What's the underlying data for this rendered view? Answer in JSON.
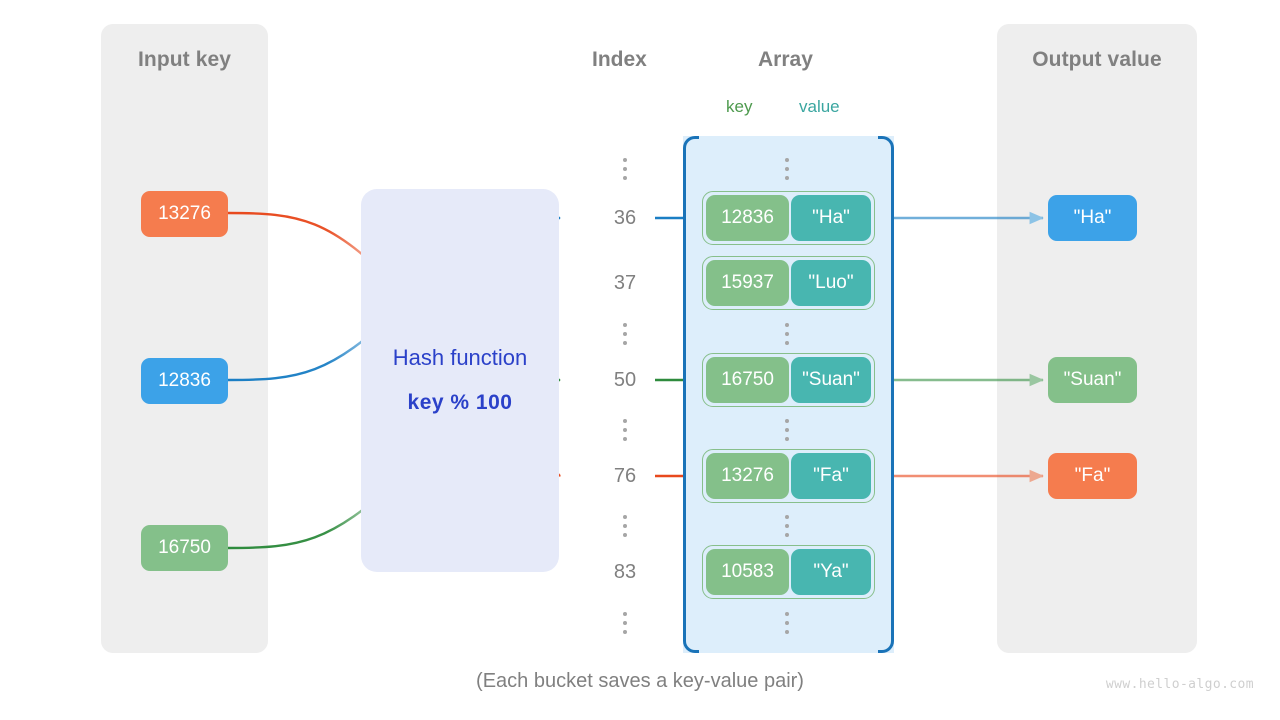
{
  "diagram": {
    "caption": "(Each bucket saves a key-value pair)",
    "watermark": "www.hello-algo.com"
  },
  "input_panel": {
    "title": "Input key",
    "keys": [
      {
        "label": "13276",
        "color": "#f57c4e"
      },
      {
        "label": "12836",
        "color": "#3ca2e8"
      },
      {
        "label": "16750",
        "color": "#84c08a"
      }
    ]
  },
  "hash_function": {
    "title": "Hash function",
    "formula": "key % 100",
    "text_color": "#2b41c9",
    "box_color": "#e6eaf9"
  },
  "index_column": {
    "title": "Index",
    "entries": [
      {
        "type": "dots"
      },
      {
        "type": "index",
        "label": "36"
      },
      {
        "type": "index",
        "label": "37"
      },
      {
        "type": "dots"
      },
      {
        "type": "index",
        "label": "50"
      },
      {
        "type": "dots"
      },
      {
        "type": "index",
        "label": "76"
      },
      {
        "type": "dots"
      },
      {
        "type": "index",
        "label": "83"
      },
      {
        "type": "dots"
      }
    ]
  },
  "array_column": {
    "title": "Array",
    "key_label": "key",
    "value_label": "value",
    "key_label_color": "#4e9a4e",
    "value_label_color": "#3aa6a0",
    "container_color": "#ddeefb",
    "bracket_color": "#1a73b8",
    "buckets": [
      {
        "index": "36",
        "key": "12836",
        "value": "\"Ha\""
      },
      {
        "index": "37",
        "key": "15937",
        "value": "\"Luo\""
      },
      {
        "index": "50",
        "key": "16750",
        "value": "\"Suan\""
      },
      {
        "index": "76",
        "key": "13276",
        "value": "\"Fa\""
      },
      {
        "index": "83",
        "key": "10583",
        "value": "\"Ya\""
      }
    ]
  },
  "output_panel": {
    "title": "Output value",
    "values": [
      {
        "label": "\"Ha\"",
        "color": "#3ca2e8"
      },
      {
        "label": "\"Suan\"",
        "color": "#84c08a"
      },
      {
        "label": "\"Fa\"",
        "color": "#f57c4e"
      }
    ]
  },
  "mappings": [
    {
      "key": "13276",
      "index": "76",
      "value": "\"Fa\"",
      "color": "#e8491d"
    },
    {
      "key": "12836",
      "index": "36",
      "value": "\"Ha\"",
      "color": "#1a7ec4"
    },
    {
      "key": "16750",
      "index": "50",
      "value": "\"Suan\"",
      "color": "#2e8b3d"
    }
  ]
}
